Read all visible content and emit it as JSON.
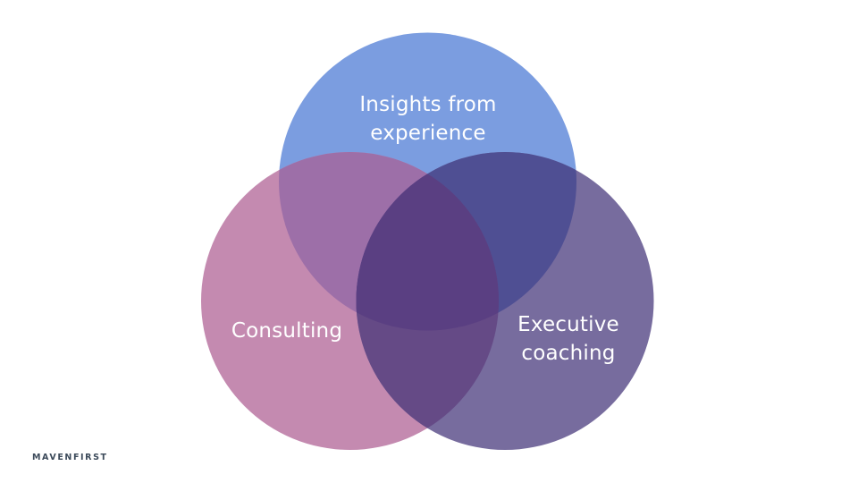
{
  "diagram": {
    "type": "venn",
    "circles": [
      {
        "id": "insights",
        "label": "Insights from experience",
        "lines": [
          "Insights from",
          "experience"
        ],
        "color": "#7b9de0"
      },
      {
        "id": "consulting",
        "label": "Consulting",
        "lines": [
          "Consulting"
        ],
        "color": "#c48ab0"
      },
      {
        "id": "coaching",
        "label": "Executive coaching",
        "lines": [
          "Executive",
          "coaching"
        ],
        "color": "#776c9e"
      }
    ],
    "overlap_colors": {
      "insights_consulting": "#9d6fa8",
      "insights_coaching": "#4f4f93",
      "consulting_coaching": "#654a86",
      "all": "#5a3f82"
    }
  },
  "footer": {
    "brand": "MAVENFIRST"
  }
}
